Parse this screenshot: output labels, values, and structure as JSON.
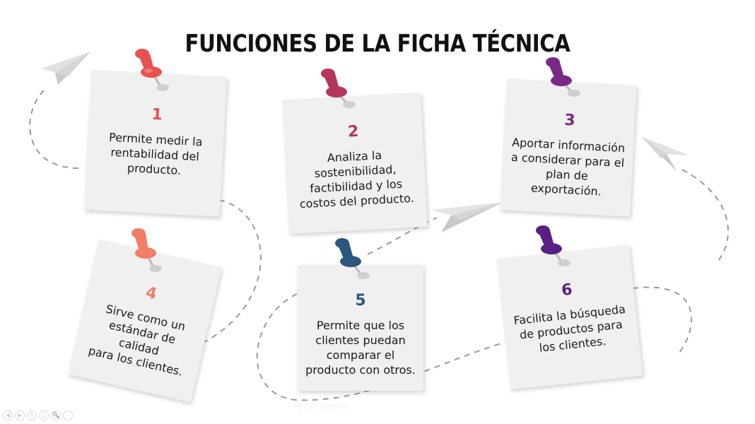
{
  "title": "FUNCIONES DE LA FICHA TÉCNICA",
  "cards": [
    {
      "number": "1",
      "lines": [
        "Permite medir la",
        "rentabilidad del",
        "producto."
      ],
      "color": "#e8514f"
    },
    {
      "number": "2",
      "lines": [
        "Analiza la",
        "sostenibilidad,",
        "factibilidad y los",
        "costos del producto."
      ],
      "color": "#b5365a"
    },
    {
      "number": "3",
      "lines": [
        "Aportar información",
        "a considerar para el",
        "plan de exportación."
      ],
      "color": "#7a2a86"
    },
    {
      "number": "4",
      "lines": [
        "Sirve como un",
        "estándar de calidad",
        "para los clientes."
      ],
      "color": "#f07f66"
    },
    {
      "number": "5",
      "lines": [
        "Permite que los",
        "clientes puedan",
        "comparar el",
        "producto con otros."
      ],
      "color": "#2b567e"
    },
    {
      "number": "6",
      "lines": [
        "Facilita la búsqueda",
        "de productos para",
        "los clientes."
      ],
      "color": "#5a1f86"
    }
  ],
  "pin_colors": [
    "#e8514f",
    "#b5365a",
    "#7a2a86",
    "#f07f66",
    "#2b567e",
    "#5a1f86"
  ],
  "card_color": "#f0f0f0",
  "dash_color": "#9a9a9a",
  "plane_color": "#d9d9d9",
  "icons": [
    "paper-plane-icon",
    "pushpin-icon"
  ],
  "watermark": "economía",
  "controls": [
    "◀",
    "▶",
    "✎",
    "▢",
    "🔍",
    "⋯"
  ]
}
